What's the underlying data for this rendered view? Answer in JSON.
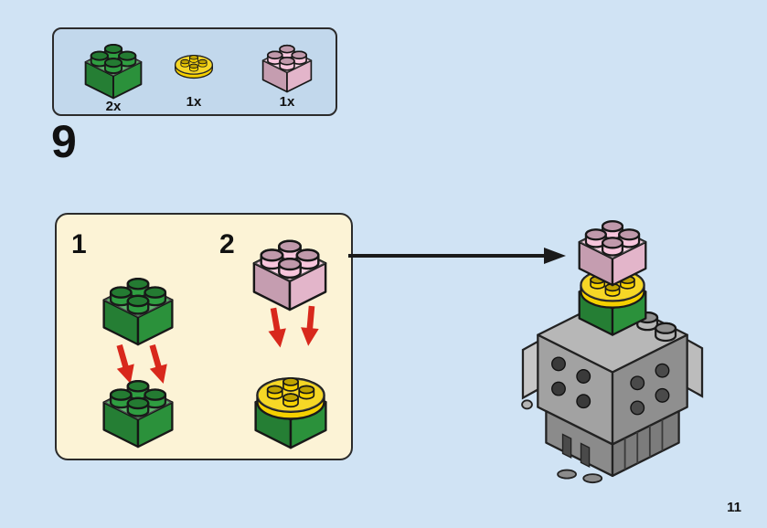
{
  "page": {
    "number": "11"
  },
  "step": {
    "number": "9"
  },
  "parts_box": {
    "items": [
      {
        "id": "green-brick-2x2",
        "count": "2x",
        "color": "#2f9e41"
      },
      {
        "id": "yellow-round-plate-2x2",
        "count": "1x",
        "color": "#f5d000"
      },
      {
        "id": "pink-brick-2x2",
        "count": "1x",
        "color": "#f7c5dc"
      }
    ]
  },
  "substeps": [
    {
      "label": "1"
    },
    {
      "label": "2"
    }
  ],
  "colors": {
    "page_background": "#d0e3f4",
    "parts_box_background": "#c2d8ec",
    "substep_box_background": "#fcf3d6",
    "arrow_red": "#d8281c",
    "arrow_black": "#1a1a1a",
    "brick_green": "#2f9e41",
    "brick_pink": "#f7c5dc",
    "plate_yellow": "#f5d000",
    "model_gray": "#a2a2a2"
  }
}
